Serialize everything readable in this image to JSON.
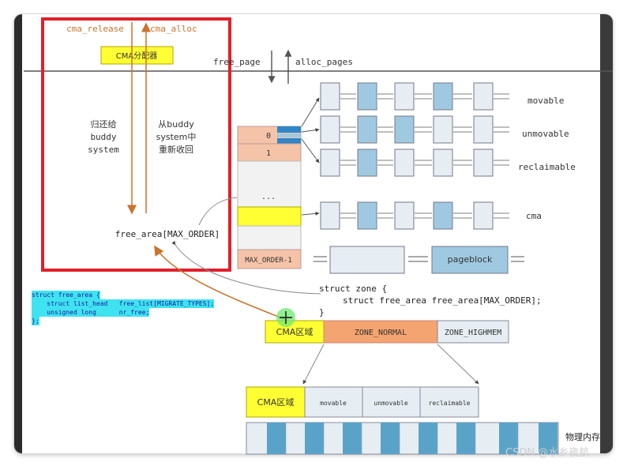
{
  "top": {
    "cma_release": "cma_release",
    "cma_alloc": "cma_alloc",
    "cma_allocator": "CMA分配器",
    "free_page": "free_page",
    "alloc_pages": "alloc_pages"
  },
  "left_box": {
    "return_text": [
      "归还给",
      "buddy",
      "system"
    ],
    "reclaim_text": [
      "从buddy",
      "system中",
      "重新收回"
    ],
    "free_area_label": "free_area[MAX_ORDER]"
  },
  "order_column": {
    "cells": [
      "0",
      "1",
      "",
      "...",
      "",
      "",
      "MAX_ORDER-1"
    ]
  },
  "lists": {
    "labels": [
      "movable",
      "unmovable",
      "reclaimable",
      "cma"
    ],
    "pageblock": "pageblock"
  },
  "struct_zone": {
    "line1": "struct zone {",
    "line2": "struct free_area free_area[MAX_ORDER];",
    "line3": "}"
  },
  "code": {
    "lines": [
      "struct free_area {",
      "    struct list_head   free_list[MIGRATE_TYPES];",
      "    unsigned long      nr_free;",
      "};"
    ]
  },
  "zones": {
    "cma": "CMA区域",
    "normal": "ZONE_NORMAL",
    "highmem": "ZONE_HIGHMEM"
  },
  "memory": {
    "cma": "CMA区域",
    "movable": "movable",
    "unmovable": "unmovable",
    "reclaimable": "reclaimable",
    "physical": "物理内存"
  },
  "watermark": "CSDN @水乡夜航",
  "colors": {
    "red_box": "#e0202a",
    "orange": "#c8742e",
    "peach": "#f5c4a8",
    "blue_node": "#9fc9e0",
    "light_node": "#e6eef4",
    "yellow": "#ffff33",
    "zone_normal": "#f4a470",
    "blue_mark": "#2e86c8"
  }
}
